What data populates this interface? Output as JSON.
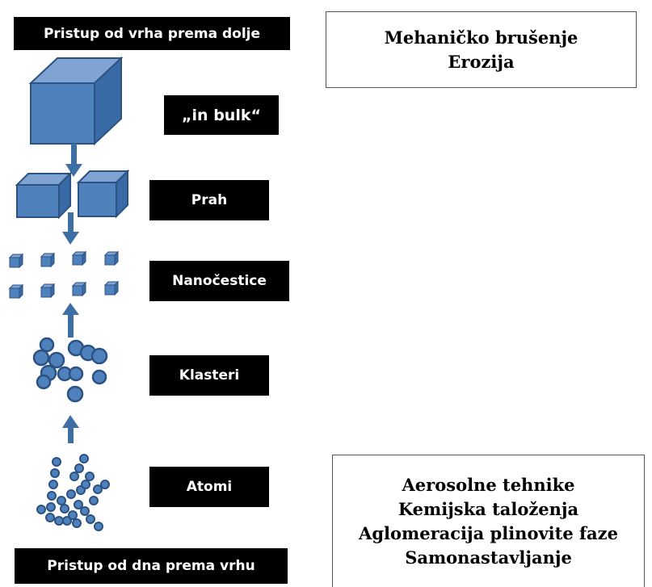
{
  "top_banner": "Pristup od vrha prema dolje",
  "bottom_banner": "Pristup od dna prema vrhu",
  "stage_labels": [
    "„in bulk“",
    "Prah",
    "Nanočestice",
    "Klasteri",
    "Atomi"
  ],
  "top_methods": [
    "Mehaničko brušenje",
    "Erozija"
  ],
  "bottom_methods": [
    "Aerosolne tehnike",
    "Kemijska taloženja",
    "Aglomeracija plinovite faze",
    "Samonastavljanje"
  ],
  "colors": {
    "shape_fill": "#4f81bd",
    "shape_dark": "#3a6aa6",
    "shape_stroke": "#2c5283",
    "arrow": "#3d6ea4"
  }
}
